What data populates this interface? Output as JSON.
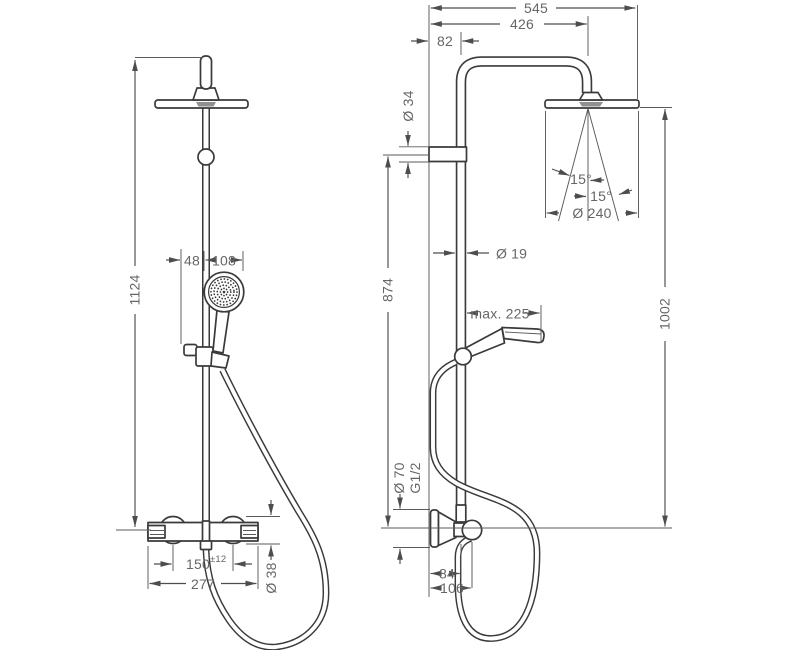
{
  "drawing": {
    "kind": "shower system dimensional drawing",
    "views": [
      "front",
      "side"
    ]
  },
  "palette": {
    "line": "#3a3a3a",
    "dimension_line": "#4d4d4d",
    "text": "#666666",
    "background": "#ffffff",
    "shade": "#8f8f8f"
  },
  "labels": {
    "total_width": "545",
    "head_center_offset": "426",
    "arm_offset": "82",
    "bracket_diameter": "Ø 34",
    "front_total_height": "1124",
    "holder_offset": "48",
    "handshower_diameter": "108",
    "riser_height": "874",
    "pipe_diameter": "Ø 19",
    "handshower_reach": "max. 225",
    "spray_angle_left": "15°",
    "spray_angle_right": "15°",
    "head_diameter": "Ø 240",
    "spray_face_height": "1002",
    "escutcheon_diameter": "Ø 70",
    "thread_size": "G1/2",
    "connection_centers": "150",
    "connection_tolerance": "±12",
    "valve_width": "277",
    "handle_diameter": "Ø 38",
    "outlet_offset": "84",
    "hose_connection_offset": "106"
  }
}
